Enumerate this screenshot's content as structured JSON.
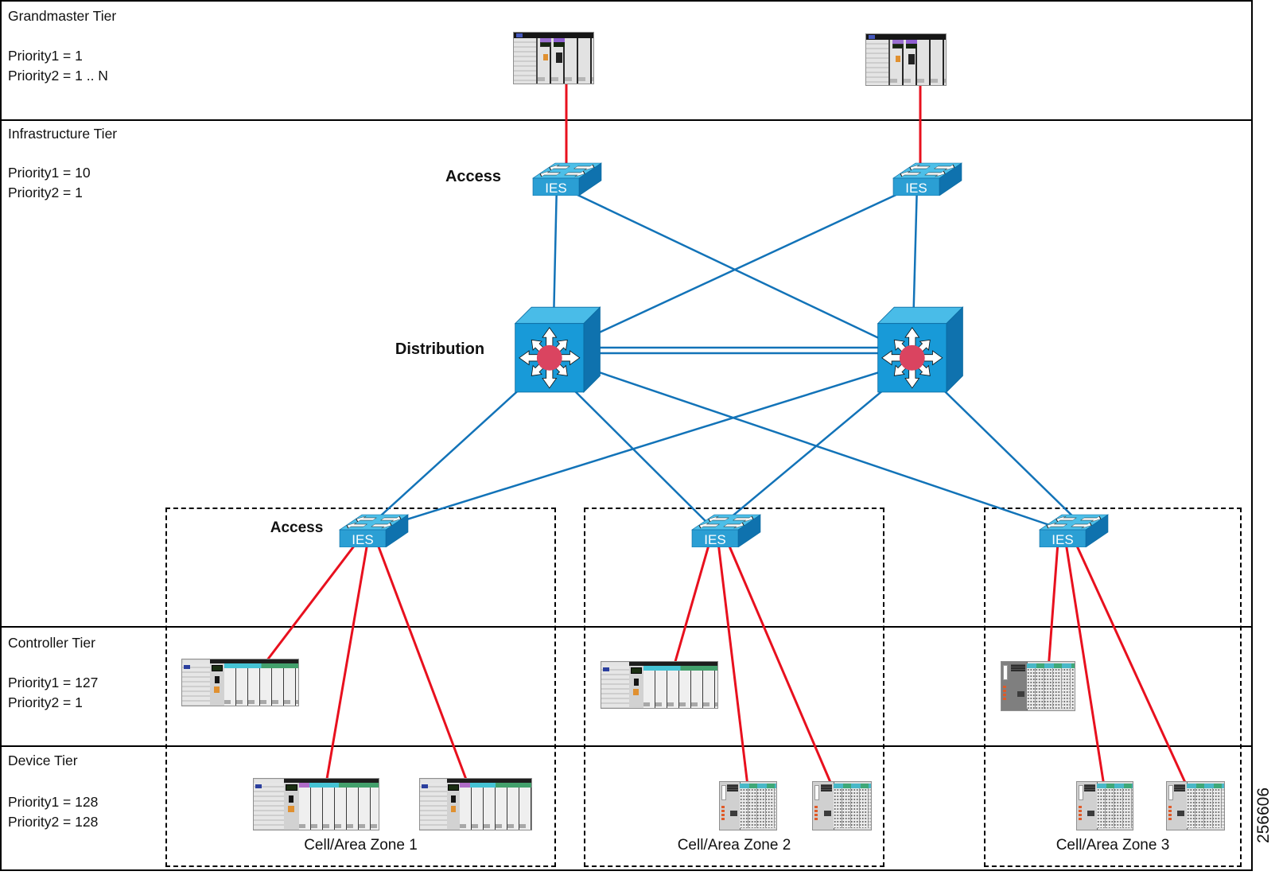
{
  "figure_number": "256606",
  "tiers": [
    {
      "name": "Grandmaster Tier",
      "priority1": "Priority1 = 1",
      "priority2": "Priority2 = 1 .. N"
    },
    {
      "name": "Infrastructure Tier",
      "priority1": "Priority1 = 10",
      "priority2": "Priority2 = 1"
    },
    {
      "name": "Controller Tier",
      "priority1": "Priority1 = 127",
      "priority2": "Priority2 = 1"
    },
    {
      "name": "Device Tier",
      "priority1": "Priority1 = 128",
      "priority2": "Priority2 = 128"
    }
  ],
  "layers": {
    "access_top_label": "Access",
    "distribution_label": "Distribution",
    "access_zone_label": "Access"
  },
  "switches": {
    "ies_label": "IES"
  },
  "zones": [
    {
      "label": "Cell/Area Zone 1"
    },
    {
      "label": "Cell/Area Zone 2"
    },
    {
      "label": "Cell/Area Zone 3"
    }
  ],
  "icons": {
    "access_switch": "workgroup-switch-icon",
    "distribution_switch": "multilayer-switch-icon",
    "grandmaster_device": "plc-rack-icon",
    "controller_device": "plc-rack-icon",
    "device_tier_device": "io-module-rack-icon"
  },
  "colors": {
    "link_blue": "#1273b8",
    "link_red": "#e8101e",
    "switch_front": "#189ad8",
    "switch_top": "#4dbfe8",
    "switch_side": "#0f72ae",
    "multilayer_center_dot": "#da4460",
    "frame_border": "#000000"
  }
}
